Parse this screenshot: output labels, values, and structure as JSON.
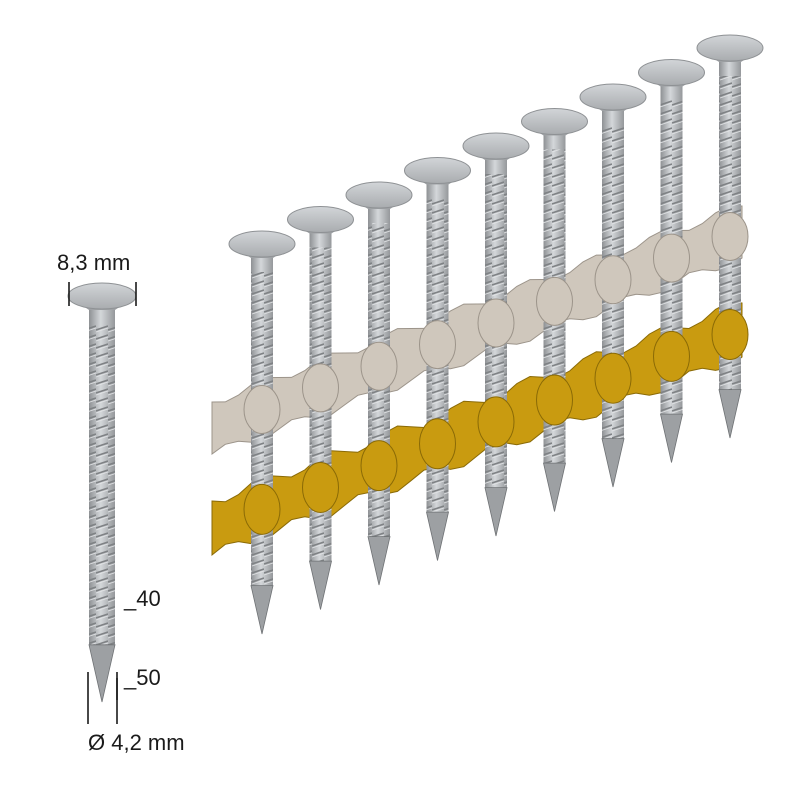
{
  "dimensions": {
    "head_diameter": "8,3 mm",
    "length_mark_short": "_40",
    "length_mark_long": "_50",
    "shank_diameter": "Ø 4,2 mm"
  },
  "colors": {
    "nail_head": "#c6c9cc",
    "nail_shank": "#b3b6b9",
    "thread": "#8a8d90",
    "strip_upper": "#cfc7bc",
    "strip_lower": "#c99b10",
    "dimension_line": "#1a1a1a"
  },
  "collated_strip": {
    "nail_count": 9,
    "strip_count": 2
  }
}
